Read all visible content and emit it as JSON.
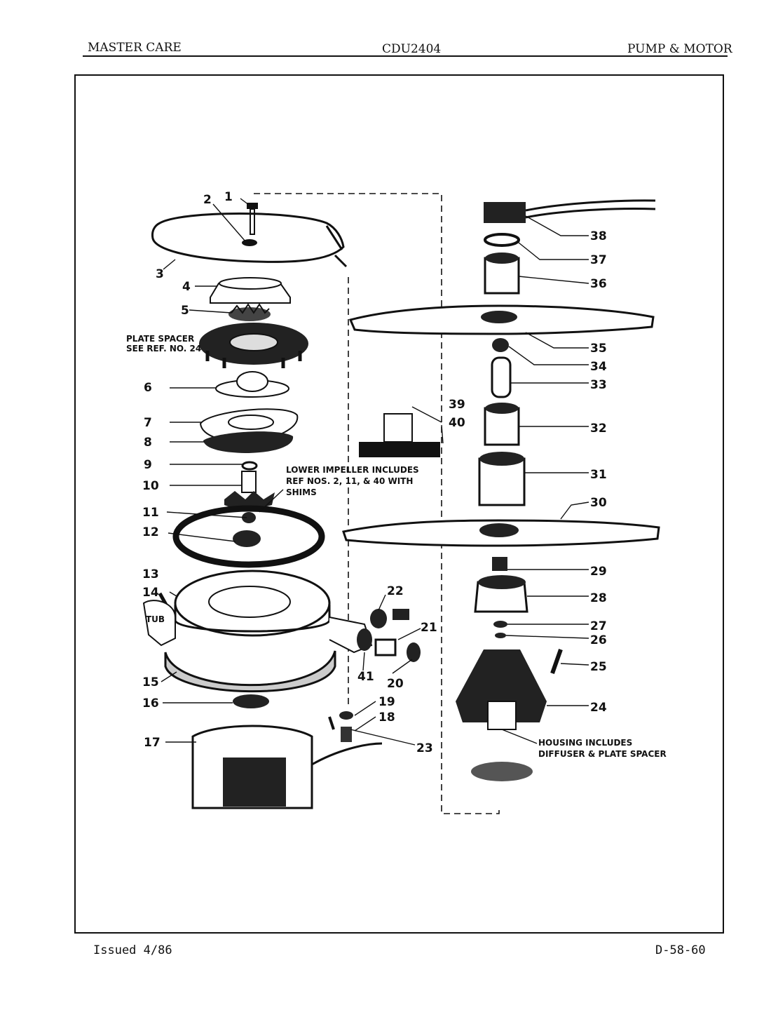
{
  "header": {
    "left": "MASTER CARE",
    "center": "CDU2404",
    "right": "PUMP & MOTOR"
  },
  "footer": {
    "left": "Issued 4/86",
    "right": "D-58-60"
  },
  "notes": {
    "plate_spacer_1": "PLATE SPACER",
    "plate_spacer_2": "SEE REF. NO. 24",
    "impeller_1": "LOWER IMPELLER INCLUDES",
    "impeller_2": "REF NOS. 2, 11, & 40 WITH",
    "impeller_3": "SHIMS",
    "tub": "TUB",
    "housing_1": "HOUSING INCLUDES",
    "housing_2": "DIFFUSER & PLATE SPACER"
  },
  "callouts": {
    "c1": "1",
    "c2": "2",
    "c3": "3",
    "c4": "4",
    "c5": "5",
    "c6": "6",
    "c7": "7",
    "c8": "8",
    "c9": "9",
    "c10": "10",
    "c11": "11",
    "c12": "12",
    "c13": "13",
    "c14": "14",
    "c15": "15",
    "c16": "16",
    "c17": "17",
    "c18": "18",
    "c19": "19",
    "c20": "20",
    "c21": "21",
    "c22": "22",
    "c23": "23",
    "c24": "24",
    "c25": "25",
    "c26": "26",
    "c27": "27",
    "c28": "28",
    "c29": "29",
    "c30": "30",
    "c31": "31",
    "c32": "32",
    "c33": "33",
    "c34": "34",
    "c35": "35",
    "c36": "36",
    "c37": "37",
    "c38": "38",
    "c39": "39",
    "c40": "40",
    "c41": "41"
  },
  "icons": [
    "heating-element",
    "impeller",
    "seal",
    "spray-arm",
    "motor",
    "housing"
  ]
}
